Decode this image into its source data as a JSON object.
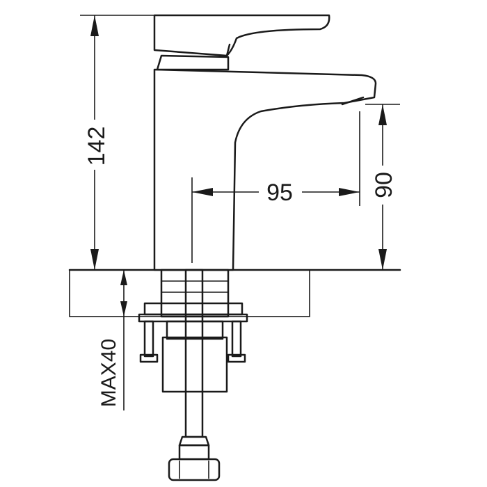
{
  "dimensions": {
    "height_total": "142",
    "spout_reach": "95",
    "spout_height": "90",
    "max_deck_thickness": "MAX40"
  }
}
